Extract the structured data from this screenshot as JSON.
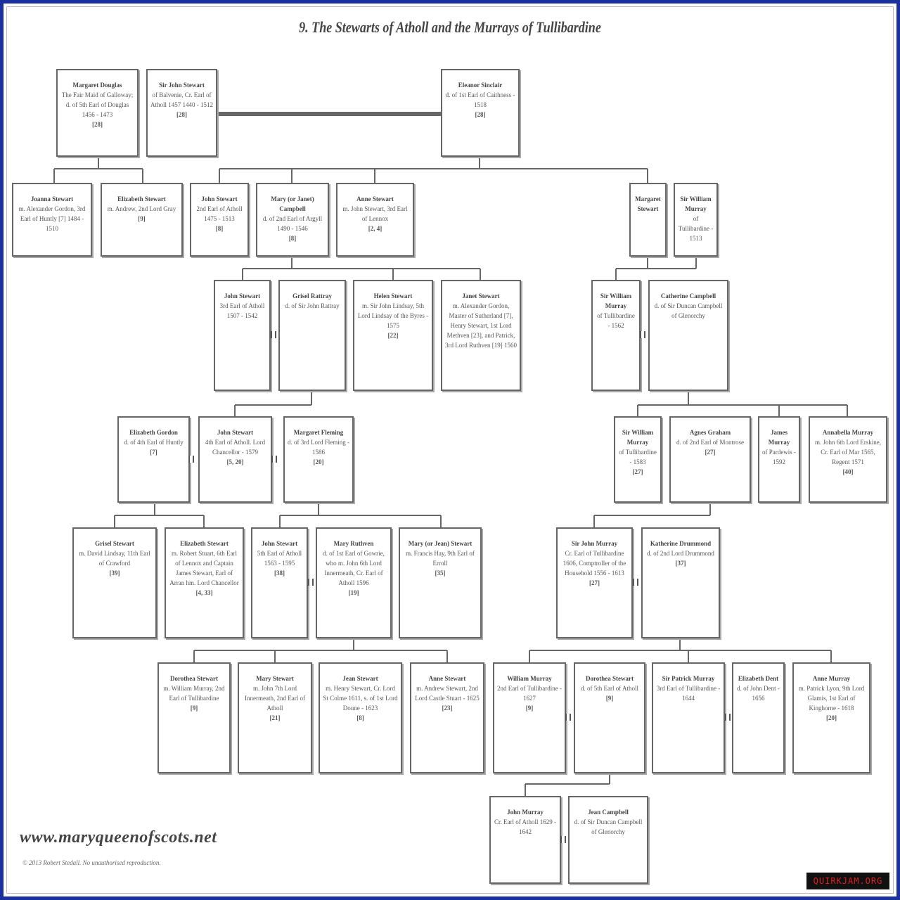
{
  "title": "9. The Stewarts of Atholl and the Murrays of Tullibardine",
  "site": "www.maryqueenofscots.net",
  "copyright": "© 2013 Robert Stedall. No unauthorised reproduction.",
  "watermark": "QUIRKJAM.ORG",
  "colors": {
    "border": "#1c2f9e",
    "lines": "#666666",
    "watermark_text": "#e02020"
  },
  "people": [
    {
      "name": "Margaret Douglas",
      "desc": "The Fair Maid of Galloway; d. of 5th Earl of Douglas 1456 - 1473",
      "ref": "[28]"
    },
    {
      "name": "Sir John Stewart",
      "desc": "of Balvenie, Cr. Earl of Atholl 1457 1440 - 1512",
      "ref": "[28]"
    },
    {
      "name": "Eleanor Sinclair",
      "desc": "d. of 1st Earl of Caithness - 1518",
      "ref": "[28]"
    },
    {
      "name": "Joanna Stewart",
      "desc": "m. Alexander Gordon, 3rd Earl of Huntly [7] 1484 - 1510",
      "ref": ""
    },
    {
      "name": "Elizabeth Stewart",
      "desc": "m. Andrew, 2nd Lord Gray",
      "ref": "[9]"
    },
    {
      "name": "John Stewart",
      "desc": "2nd Earl of Atholl 1475 - 1513",
      "ref": "[8]"
    },
    {
      "name": "Mary (or Janet) Campbell",
      "desc": "d. of 2nd Earl of Argyll 1490 - 1546",
      "ref": "[8]"
    },
    {
      "name": "Anne Stewart",
      "desc": "m. John Stewart, 3rd Earl of Lennox",
      "ref": "[2, 4]"
    },
    {
      "name": "Margaret Stewart",
      "desc": "",
      "ref": ""
    },
    {
      "name": "Sir William Murray",
      "desc": "of Tullibardine - 1513",
      "ref": ""
    },
    {
      "name": "John Stewart",
      "desc": "3rd Earl of Atholl 1507 - 1542",
      "ref": ""
    },
    {
      "name": "Grisel Rattray",
      "desc": "d. of Sir John Rattray",
      "ref": ""
    },
    {
      "name": "Helen Stewart",
      "desc": "m. Sir John Lindsay, 5th Lord Lindsay of the Byres - 1575",
      "ref": "[22]"
    },
    {
      "name": "Janet Stewart",
      "desc": "m. Alexander Gordon, Master of Sutherland [7], Henry Stewart, 1st Lord Methven [23], and Patrick, 3rd Lord Ruthven [19] 1560",
      "ref": ""
    },
    {
      "name": "Sir William Murray",
      "desc": "of Tullibardine - 1562",
      "ref": ""
    },
    {
      "name": "Catherine Campbell",
      "desc": "d. of Sir Duncan Campbell of Glenorchy",
      "ref": ""
    },
    {
      "name": "Elizabeth Gordon",
      "desc": "d. of 4th Earl of Huntly",
      "ref": "[7]"
    },
    {
      "name": "John Stewart",
      "desc": "4th Earl of Atholl. Lord Chancellor - 1579",
      "ref": "[5, 20]"
    },
    {
      "name": "Margaret Fleming",
      "desc": "d. of 3rd Lord Fleming - 1586",
      "ref": "[20]"
    },
    {
      "name": "Sir William Murray",
      "desc": "of Tullibardine - 1583",
      "ref": "[27]"
    },
    {
      "name": "Agnes Graham",
      "desc": "d. of 2nd Earl of Montrose",
      "ref": "[27]"
    },
    {
      "name": "James Murray",
      "desc": "of Pardewis - 1592",
      "ref": ""
    },
    {
      "name": "Annabella Murray",
      "desc": "m. John 6th Lord Erskine, Cr. Earl of Mar 1565, Regent 1571",
      "ref": "[40]"
    },
    {
      "name": "Grisel Stewart",
      "desc": "m. David Lindsay, 11th Earl of Crawford",
      "ref": "[39]"
    },
    {
      "name": "Elizabeth Stewart",
      "desc": "m. Robert Stuart, 6th Earl of Lennox and Captain James Stewart, Earl of Arran hm. Lord Chancellor",
      "ref": "[4, 33]"
    },
    {
      "name": "John Stewart",
      "desc": "5th Earl of Atholl 1563 - 1595",
      "ref": "[38]"
    },
    {
      "name": "Mary Ruthven",
      "desc": "d. of 1st Earl of Gowrie, who m. John 6th Lord Innermeath, Cr. Earl of Atholl 1596",
      "ref": "[19]"
    },
    {
      "name": "Mary (or Jean) Stewart",
      "desc": "m. Francis Hay, 9th Earl of Erroll",
      "ref": "[35]"
    },
    {
      "name": "Sir John Murray",
      "desc": "Cr. Earl of Tullibardine 1606, Comptroller of the Household 1556 - 1613",
      "ref": "[27]"
    },
    {
      "name": "Katherine Drummond",
      "desc": "d. of 2nd Lord Drummond",
      "ref": "[37]"
    },
    {
      "name": "Dorothea Stewart",
      "desc": "m. William Murray, 2nd Earl of Tullibardine",
      "ref": "[9]"
    },
    {
      "name": "Mary Stewart",
      "desc": "m. John 7th Lord Innermeath, 2nd Earl of Atholl",
      "ref": "[21]"
    },
    {
      "name": "Jean Stewart",
      "desc": "m. Henry Stewart, Cr. Lord St Colme 1611, s. of 1st Lord Doune - 1623",
      "ref": "[8]"
    },
    {
      "name": "Anne Stewart",
      "desc": "m. Andrew Stewart, 2nd Lord Castle Stuart - 1625",
      "ref": "[23]"
    },
    {
      "name": "William Murray",
      "desc": "2nd Earl of Tullibardine - 1627",
      "ref": "[9]"
    },
    {
      "name": "Dorothea Stewart",
      "desc": "d. of 5th Earl of Atholl",
      "ref": "[9]"
    },
    {
      "name": "Sir Patrick Murray",
      "desc": "3rd Earl of Tullibardine - 1644",
      "ref": ""
    },
    {
      "name": "Elizabeth Dent",
      "desc": "d. of John Dent - 1656",
      "ref": ""
    },
    {
      "name": "Anne Murray",
      "desc": "m. Patrick Lyon, 9th Lord Glamis, 1st Earl of Kinghorne - 1618",
      "ref": "[20]"
    },
    {
      "name": "John Murray",
      "desc": "Cr. Earl of Atholl 1629 - 1642",
      "ref": ""
    },
    {
      "name": "Jean Campbell",
      "desc": "d. of Sir Duncan Campbell of Glenorchy",
      "ref": ""
    }
  ]
}
